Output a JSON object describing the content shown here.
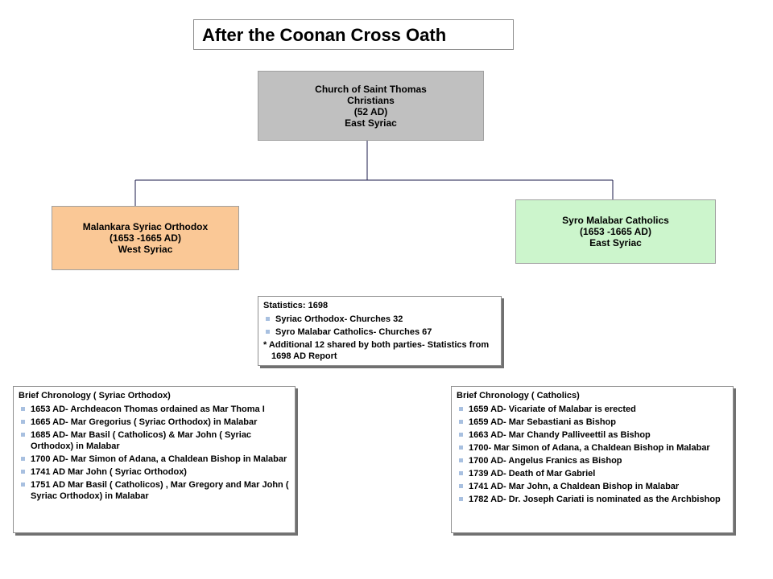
{
  "title": "After the Coonan Cross Oath",
  "root": {
    "lines": [
      "Church of Saint Thomas",
      "Christians",
      "(52 AD)",
      "East Syriac"
    ]
  },
  "left_node": {
    "lines": [
      "Malankara Syriac Orthodox",
      "(1653 -1665 AD)",
      "West Syriac"
    ],
    "color": "#fac896"
  },
  "right_node": {
    "lines": [
      "Syro Malabar Catholics",
      "(1653 -1665 AD)",
      "East Syriac"
    ],
    "color": "#ccf5cc"
  },
  "statistics": {
    "heading": "Statistics: 1698",
    "items": [
      "Syriac Orthodox- Churches 32",
      "Syro Malabar Catholics- Churches 67"
    ],
    "note": "* Additional 12 shared by both parties- Statistics from 1698 AD Report"
  },
  "chronology_orthodox": {
    "heading": "Brief Chronology ( Syriac Orthodox)",
    "items": [
      "1653 AD- Archdeacon Thomas ordained as Mar Thoma I",
      "1665 AD- Mar Gregorius ( Syriac Orthodox) in Malabar",
      "1685 AD- Mar Basil ( Catholicos) & Mar John ( Syriac Orthodox) in Malabar",
      "1700 AD- Mar Simon of Adana, a Chaldean Bishop in Malabar",
      "1741 AD Mar John ( Syriac Orthodox)",
      "1751 AD Mar Basil ( Catholicos) , Mar Gregory and Mar John ( Syriac Orthodox) in Malabar"
    ]
  },
  "chronology_catholics": {
    "heading": "Brief Chronology ( Catholics)",
    "items": [
      "1659 AD- Vicariate of Malabar is erected",
      "1659 AD- Mar Sebastiani as Bishop",
      "1663 AD- Mar Chandy Palliveettil as Bishop",
      "1700- Mar Simon of Adana, a Chaldean Bishop in Malabar",
      "1700 AD- Angelus Franics as Bishop",
      "1739 AD- Death of Mar Gabriel",
      "1741 AD- Mar John, a Chaldean Bishop in Malabar",
      "1782 AD- Dr. Joseph Cariati is nominated as the Archbishop"
    ]
  }
}
